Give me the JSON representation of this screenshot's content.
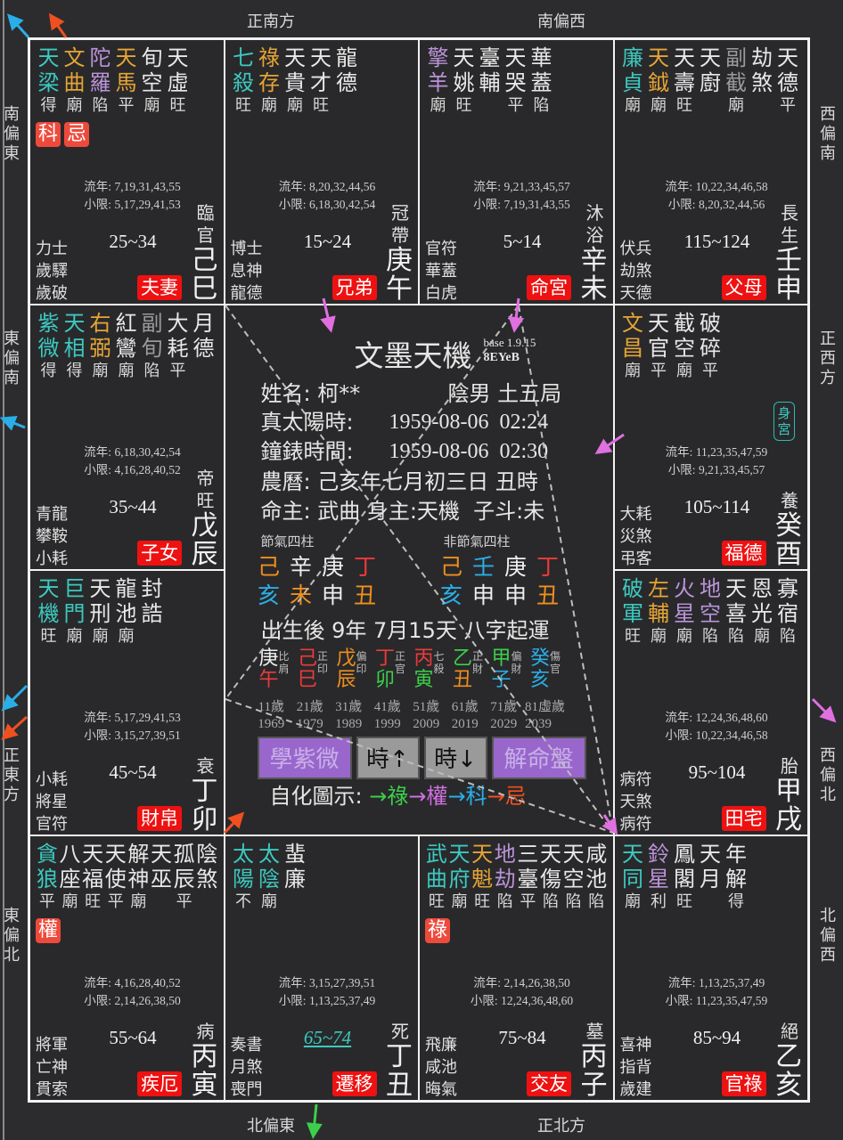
{
  "directions": {
    "top": [
      "正南方",
      "南偏西"
    ],
    "bottom": [
      "北偏東",
      "正北方"
    ],
    "left": [
      "南偏東",
      "東偏南",
      "正東方",
      "東偏北"
    ],
    "right": [
      "西偏南",
      "正西方",
      "西偏北",
      "北偏西"
    ]
  },
  "labels": {
    "liunian": "流年: ",
    "xiaoxian": "小限: "
  },
  "colors": {
    "main_star": "#3cc9c0",
    "aux_star": "#e5a534",
    "sha_star": "#bb93d9",
    "palace_badge": "#ee1111",
    "sihua_badge": "#ee4a3c"
  },
  "palaces": [
    {
      "stars": [
        {
          "n": "天梁",
          "c": "m",
          "b": "得"
        },
        {
          "n": "文曲",
          "c": "a",
          "b": "廟"
        },
        {
          "n": "陀羅",
          "c": "s",
          "b": "陷"
        },
        {
          "n": "天馬",
          "c": "a",
          "b": "平"
        },
        {
          "n": "旬空",
          "c": "w",
          "b": "廟"
        },
        {
          "n": "天虛",
          "c": "w",
          "b": "旺"
        }
      ],
      "sihua": [
        "科",
        "忌"
      ],
      "liunian": "7,19,31,43,55",
      "xiaoxian": "5,17,29,41,53",
      "decade": "25~34",
      "gods": [
        "力士",
        "歲驛",
        "歲破"
      ],
      "name": "夫妻",
      "cs": "臨官",
      "gz": "己巳"
    },
    {
      "stars": [
        {
          "n": "七殺",
          "c": "m",
          "b": "旺"
        },
        {
          "n": "祿存",
          "c": "a",
          "b": "廟"
        },
        {
          "n": "天貴",
          "c": "w",
          "b": "廟"
        },
        {
          "n": "天才",
          "c": "w",
          "b": "旺"
        },
        {
          "n": "龍德",
          "c": "w",
          "b": ""
        }
      ],
      "sihua": [],
      "liunian": "8,20,32,44,56",
      "xiaoxian": "6,18,30,42,54",
      "decade": "15~24",
      "gods": [
        "博士",
        "息神",
        "龍德"
      ],
      "name": "兄弟",
      "cs": "冠帶",
      "gz": "庚午"
    },
    {
      "stars": [
        {
          "n": "擎羊",
          "c": "s",
          "b": "廟"
        },
        {
          "n": "天姚",
          "c": "w",
          "b": "旺"
        },
        {
          "n": "臺輔",
          "c": "w",
          "b": ""
        },
        {
          "n": "天哭",
          "c": "w",
          "b": "平"
        },
        {
          "n": "華蓋",
          "c": "w",
          "b": "陷"
        }
      ],
      "sihua": [],
      "liunian": "9,21,33,45,57",
      "xiaoxian": "7,19,31,43,55",
      "decade": "5~14",
      "gods": [
        "官符",
        "華蓋",
        "白虎"
      ],
      "name": "命宮",
      "cs": "沐浴",
      "gz": "辛未"
    },
    {
      "stars": [
        {
          "n": "廉貞",
          "c": "m",
          "b": "廟"
        },
        {
          "n": "天鉞",
          "c": "a",
          "b": "廟"
        },
        {
          "n": "天壽",
          "c": "w",
          "b": "旺"
        },
        {
          "n": "天廚",
          "c": "w",
          "b": ""
        },
        {
          "n": "副截",
          "c": "g",
          "b": "廟"
        },
        {
          "n": "劫煞",
          "c": "w",
          "b": ""
        },
        {
          "n": "天德",
          "c": "w",
          "b": "平"
        }
      ],
      "sihua": [],
      "liunian": "10,22,34,46,58",
      "xiaoxian": "8,20,32,44,56",
      "decade": "115~124",
      "gods": [
        "伏兵",
        "劫煞",
        "天德"
      ],
      "name": "父母",
      "cs": "長生",
      "gz": "壬申"
    },
    {
      "stars": [
        {
          "n": "紫微",
          "c": "m",
          "b": "得"
        },
        {
          "n": "天相",
          "c": "m",
          "b": "得"
        },
        {
          "n": "右弼",
          "c": "a",
          "b": "廟"
        },
        {
          "n": "紅鸞",
          "c": "w",
          "b": "廟"
        },
        {
          "n": "副旬",
          "c": "g",
          "b": "陷"
        },
        {
          "n": "大耗",
          "c": "w",
          "b": "平"
        },
        {
          "n": "月德",
          "c": "w",
          "b": ""
        }
      ],
      "sihua": [],
      "liunian": "6,18,30,42,54",
      "xiaoxian": "4,16,28,40,52",
      "decade": "35~44",
      "gods": [
        "青龍",
        "攀鞍",
        "小耗"
      ],
      "name": "子女",
      "cs": "帝旺",
      "gz": "戊辰"
    },
    {
      "stars": [
        {
          "n": "文昌",
          "c": "a",
          "b": "廟"
        },
        {
          "n": "天官",
          "c": "w",
          "b": "平"
        },
        {
          "n": "截空",
          "c": "w",
          "b": "廟"
        },
        {
          "n": "破碎",
          "c": "w",
          "b": "平"
        }
      ],
      "sihua": [],
      "body": "身宮",
      "liunian": "11,23,35,47,59",
      "xiaoxian": "9,21,33,45,57",
      "decade": "105~114",
      "gods": [
        "大耗",
        "災煞",
        "弔客"
      ],
      "name": "福德",
      "cs": "養",
      "gz": "癸酉"
    },
    {
      "stars": [
        {
          "n": "天機",
          "c": "m",
          "b": "旺"
        },
        {
          "n": "巨門",
          "c": "m",
          "b": "廟"
        },
        {
          "n": "天刑",
          "c": "w",
          "b": "廟"
        },
        {
          "n": "龍池",
          "c": "w",
          "b": "廟"
        },
        {
          "n": "封誥",
          "c": "w",
          "b": ""
        }
      ],
      "sihua": [],
      "liunian": "5,17,29,41,53",
      "xiaoxian": "3,15,27,39,51",
      "decade": "45~54",
      "gods": [
        "小耗",
        "將星",
        "官符"
      ],
      "name": "財帛",
      "cs": "衰",
      "gz": "丁卯"
    },
    {
      "stars": [
        {
          "n": "破軍",
          "c": "m",
          "b": "旺"
        },
        {
          "n": "左輔",
          "c": "a",
          "b": "廟"
        },
        {
          "n": "火星",
          "c": "s",
          "b": "廟"
        },
        {
          "n": "地空",
          "c": "s",
          "b": "陷"
        },
        {
          "n": "天喜",
          "c": "w",
          "b": "陷"
        },
        {
          "n": "恩光",
          "c": "w",
          "b": "廟"
        },
        {
          "n": "寡宿",
          "c": "w",
          "b": "陷"
        }
      ],
      "sihua": [],
      "liunian": "12,24,36,48,60",
      "xiaoxian": "10,22,34,46,58",
      "decade": "95~104",
      "gods": [
        "病符",
        "天煞",
        "病符"
      ],
      "name": "田宅",
      "cs": "胎",
      "gz": "甲戌"
    },
    {
      "stars": [
        {
          "n": "貪狼",
          "c": "m",
          "b": "平"
        },
        {
          "n": "八座",
          "c": "w",
          "b": "廟"
        },
        {
          "n": "天福",
          "c": "w",
          "b": "旺"
        },
        {
          "n": "天使",
          "c": "w",
          "b": "平"
        },
        {
          "n": "解神",
          "c": "w",
          "b": "廟"
        },
        {
          "n": "天巫",
          "c": "w",
          "b": ""
        },
        {
          "n": "孤辰",
          "c": "w",
          "b": "平"
        },
        {
          "n": "陰煞",
          "c": "w",
          "b": ""
        }
      ],
      "sihua": [
        "權"
      ],
      "liunian": "4,16,28,40,52",
      "xiaoxian": "2,14,26,38,50",
      "decade": "55~64",
      "gods": [
        "將軍",
        "亡神",
        "貫索"
      ],
      "name": "疾厄",
      "cs": "病",
      "gz": "丙寅"
    },
    {
      "stars": [
        {
          "n": "太陽",
          "c": "m",
          "b": "不"
        },
        {
          "n": "太陰",
          "c": "m",
          "b": "廟"
        },
        {
          "n": "蜚廉",
          "c": "w",
          "b": ""
        }
      ],
      "sihua": [],
      "liunian": "3,15,27,39,51",
      "xiaoxian": "1,13,25,37,49",
      "decade": "65~74",
      "current": true,
      "gods": [
        "奏書",
        "月煞",
        "喪門"
      ],
      "name": "遷移",
      "cs": "死",
      "gz": "丁丑"
    },
    {
      "stars": [
        {
          "n": "武曲",
          "c": "m",
          "b": "旺"
        },
        {
          "n": "天府",
          "c": "m",
          "b": "廟"
        },
        {
          "n": "天魁",
          "c": "a",
          "b": "旺"
        },
        {
          "n": "地劫",
          "c": "s",
          "b": "陷"
        },
        {
          "n": "三臺",
          "c": "w",
          "b": "平"
        },
        {
          "n": "天傷",
          "c": "w",
          "b": "陷"
        },
        {
          "n": "天空",
          "c": "w",
          "b": "陷"
        },
        {
          "n": "咸池",
          "c": "w",
          "b": "陷"
        }
      ],
      "sihua": [
        "祿"
      ],
      "liunian": "2,14,26,38,50",
      "xiaoxian": "12,24,36,48,60",
      "decade": "75~84",
      "gods": [
        "飛廉",
        "咸池",
        "晦氣"
      ],
      "name": "交友",
      "cs": "墓",
      "gz": "丙子"
    },
    {
      "stars": [
        {
          "n": "天同",
          "c": "m",
          "b": "廟"
        },
        {
          "n": "鈴星",
          "c": "s",
          "b": "利"
        },
        {
          "n": "鳳閣",
          "c": "w",
          "b": "旺"
        },
        {
          "n": "天月",
          "c": "w",
          "b": ""
        },
        {
          "n": "年解",
          "c": "w",
          "b": "得"
        }
      ],
      "sihua": [],
      "liunian": "1,13,25,37,49",
      "xiaoxian": "11,23,35,47,59",
      "decade": "85~94",
      "gods": [
        "喜神",
        "指背",
        "歲建"
      ],
      "name": "官祿",
      "cs": "絕",
      "gz": "乙亥"
    }
  ],
  "center": {
    "title": "文墨天機",
    "version": "base 1.9.15",
    "code": "8EYeB",
    "name_label": "姓名: 柯**",
    "gender": "陰男 土五局",
    "solar_label": "真太陽時:",
    "solar": "1959-08-06  02:24",
    "clock_label": "鐘錶時間:",
    "clock": "1959-08-06  02:30",
    "lunar": "農曆: 己亥年七月初三日 丑時",
    "masters": "命主: 武曲 身主:天機  子斗:未",
    "jieqi_label": "節氣四柱",
    "nonjieqi_label": "非節氣四柱",
    "jieqi": {
      "stems": [
        [
          "己",
          "o"
        ],
        [
          "辛",
          "wh"
        ],
        [
          "庚",
          "wh"
        ],
        [
          "丁",
          "rd"
        ]
      ],
      "branches": [
        [
          "亥",
          "bl"
        ],
        [
          "未",
          "o"
        ],
        [
          "申",
          "wh"
        ],
        [
          "丑",
          "o"
        ]
      ]
    },
    "nonjieqi": {
      "stems": [
        [
          "己",
          "o"
        ],
        [
          "壬",
          "bl"
        ],
        [
          "庚",
          "wh"
        ],
        [
          "丁",
          "rd"
        ]
      ],
      "branches": [
        [
          "亥",
          "bl"
        ],
        [
          "申",
          "wh"
        ],
        [
          "申",
          "wh"
        ],
        [
          "丑",
          "o"
        ]
      ]
    },
    "start_luck": "出生後 9年 7月15天 八字起運",
    "dayun": [
      {
        "s": "庚",
        "sc": "wh",
        "b": "午",
        "bc": "rd",
        "god": "比肩",
        "age": "11歲",
        "year": "1969"
      },
      {
        "s": "己",
        "sc": "rd",
        "b": "巳",
        "bc": "rd",
        "god": "正印",
        "age": "21歲",
        "year": "1979"
      },
      {
        "s": "戊",
        "sc": "o",
        "b": "辰",
        "bc": "o",
        "god": "偏印",
        "age": "31歲",
        "year": "1989"
      },
      {
        "s": "丁",
        "sc": "rd",
        "b": "卯",
        "bc": "gr",
        "god": "正官",
        "age": "41歲",
        "year": "1999"
      },
      {
        "s": "丙",
        "sc": "rd",
        "b": "寅",
        "bc": "gr",
        "god": "七殺",
        "age": "51歲",
        "year": "2009"
      },
      {
        "s": "乙",
        "sc": "gr",
        "b": "丑",
        "bc": "o",
        "god": "正財",
        "age": "61歲",
        "year": "2019"
      },
      {
        "s": "甲",
        "sc": "gr",
        "b": "子",
        "bc": "bl",
        "god": "偏財",
        "age": "71歲",
        "year": "2029"
      },
      {
        "s": "癸",
        "sc": "bl",
        "b": "亥",
        "bc": "bl",
        "god": "傷官",
        "age": "81虛歲",
        "year": "2039"
      }
    ],
    "buttons": {
      "learn": "學紫微",
      "hour_up": "時↑",
      "hour_down": "時↓",
      "interpret": "解命盤"
    },
    "legend": {
      "label": "自化圖示: ",
      "lu": "→祿",
      "quan": "→權",
      "ke": "→科",
      "ji": "→忌"
    }
  }
}
